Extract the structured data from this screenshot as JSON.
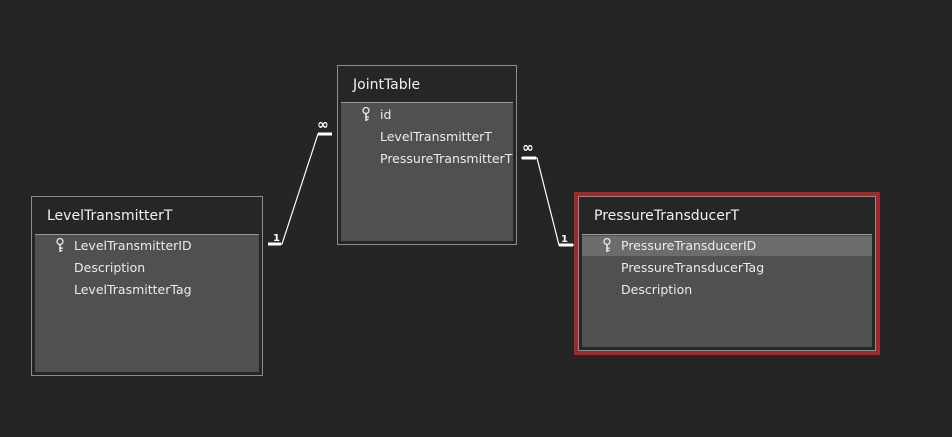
{
  "tables": {
    "level": {
      "title": "LevelTransmitterT",
      "fields": [
        "LevelTransmitterID",
        "Description",
        "LevelTrasmitterTag"
      ],
      "key_icon": "key-icon"
    },
    "joint": {
      "title": "JointTable",
      "fields": [
        "id",
        "LevelTransmitterT",
        "PressureTransmitterT"
      ],
      "key_icon": "key-icon"
    },
    "pressure": {
      "title": "PressureTransducerT",
      "fields": [
        "PressureTransducerID",
        "PressureTransducerTag",
        "Description"
      ],
      "key_icon": "key-icon",
      "selected_field": "PressureTransducerID"
    }
  },
  "relationships": {
    "level_to_joint": {
      "one": "1",
      "many": "∞"
    },
    "pressure_to_joint": {
      "one": "1",
      "many": "∞"
    }
  },
  "colors": {
    "background": "#252525",
    "table_border": "#8d8d8d",
    "field_area": "#505050",
    "selection_frame": "#9e2a2f",
    "selected_row": "#6c6c6c",
    "line": "#ffffff"
  }
}
